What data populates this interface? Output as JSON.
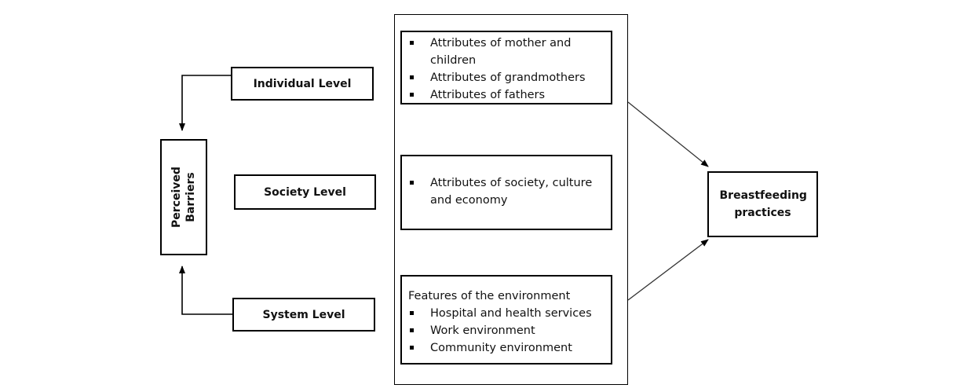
{
  "perceived_barriers": {
    "label": "Perceived Barriers"
  },
  "levels": {
    "individual": "Individual Level",
    "society": "Society Level",
    "system": "System Level"
  },
  "attributes": {
    "individual": [
      "Attributes of mother and children",
      "Attributes of grandmothers",
      "Attributes of fathers"
    ],
    "society": [
      "Attributes of society, culture and economy"
    ],
    "system": {
      "heading": "Features of the environment",
      "items": [
        "Hospital and health services",
        "Work environment",
        "Community environment"
      ]
    }
  },
  "outcome": {
    "label": "Breastfeeding practices"
  }
}
